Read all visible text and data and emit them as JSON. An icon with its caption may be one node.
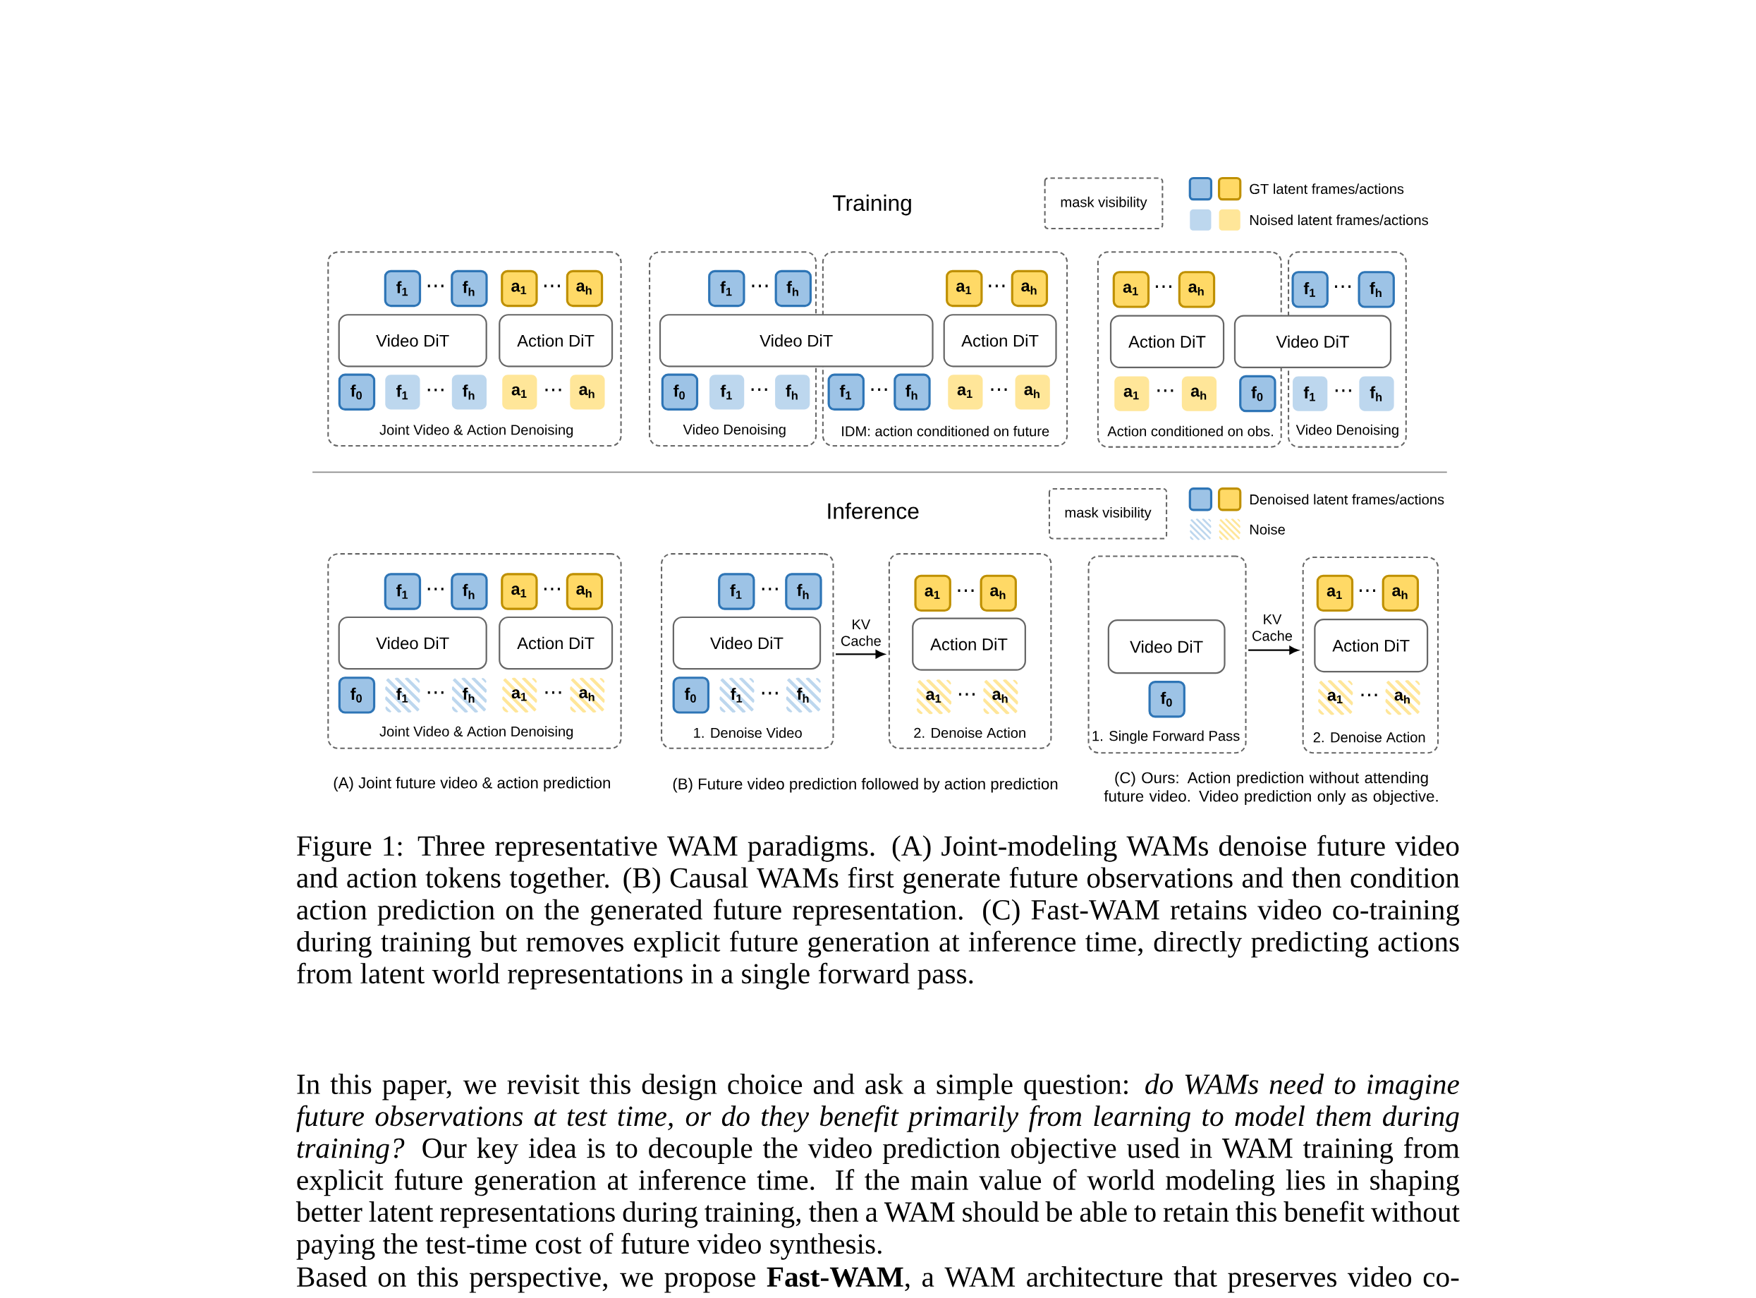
{
  "diagram": {
    "caption": "Figure 1: Three representative WAM paradigms. (A) Joint-modeling WAMs denoise future video and action tokens together. (B) Causal WAMs first generate future observations and then condition action prediction on the generated future representation. (C) Fast-WAM retains video co-training during training but removes explicit future generation at inference time, directly predicting actions from latent world representations in a single forward pass.",
    "nodes": [
      {
        "text": [
          "Joint Video & Action Denoising"
        ]
      },
      {
        "text": [
          "f$_{1}$"
        ],
        "in": 0
      },
      {
        "text": [
          "f$_{h}$"
        ],
        "in": 0
      },
      {
        "text": [
          "a$_{1}$"
        ],
        "in": 0
      },
      {
        "text": [
          "a$_{h}$"
        ],
        "in": 0
      },
      {
        "text": [
          "Video DiT"
        ],
        "in": 0
      },
      {
        "text": [
          "Action DiT"
        ],
        "in": 0
      },
      {
        "text": [
          "f$_{0}$"
        ],
        "in": 0
      },
      {
        "text": [
          "f$_{1}$"
        ],
        "in": 0
      },
      {
        "text": [
          "f$_{h}$"
        ],
        "in": 0
      },
      {
        "text": [
          "a$_{1}$"
        ],
        "in": 0
      },
      {
        "text": [
          "a$_{h}$"
        ],
        "in": 0
      },
      {
        "text": [
          "Video Denoising"
        ]
      },
      {
        "text": [
          "IDM: action conditioned on future"
        ]
      },
      {
        "text": [
          "f$_{1}$"
        ],
        "in": 12
      },
      {
        "text": [
          "f$_{h}$"
        ],
        "in": 12
      },
      {
        "text": [
          "a$_{1}$"
        ],
        "in": 13
      },
      {
        "text": [
          "a$_{h}$"
        ],
        "in": 13
      },
      {
        "text": [
          "Video DiT"
        ]
      },
      {
        "text": [
          "Action DiT"
        ],
        "in": 13
      },
      {
        "text": [
          "f$_{0}$"
        ],
        "in": 12
      },
      {
        "text": [
          "f$_{1}$"
        ],
        "in": 12
      },
      {
        "text": [
          "f$_{h}$"
        ],
        "in": 12
      },
      {
        "text": [
          "f$_{1}$"
        ],
        "in": 13
      },
      {
        "text": [
          "f$_{h}$"
        ],
        "in": 13
      },
      {
        "text": [
          "a$_{1}$"
        ],
        "in": 13
      },
      {
        "text": [
          "a$_{h}$"
        ],
        "in": 13
      },
      {
        "text": [
          "Action conditioned on obs."
        ]
      },
      {
        "text": [
          "Video Denoising"
        ]
      },
      {
        "text": [
          "a$_{1}$"
        ],
        "in": 27
      },
      {
        "text": [
          "a$_{h}$"
        ],
        "in": 27
      },
      {
        "text": [
          "f$_{1}$"
        ],
        "in": 28
      },
      {
        "text": [
          "f$_{h}$"
        ],
        "in": 28
      },
      {
        "text": [
          "Action DiT"
        ],
        "in": 27
      },
      {
        "text": [
          "Video DiT"
        ]
      },
      {
        "text": [
          "a$_{1}$"
        ],
        "in": 27
      },
      {
        "text": [
          "a$_{h}$"
        ],
        "in": 27
      },
      {
        "text": [
          "f$_{0}$"
        ],
        "in": 27
      },
      {
        "text": [
          "f$_{1}$"
        ],
        "in": 28
      },
      {
        "text": [
          "f$_{h}$"
        ],
        "in": 28
      },
      {
        "text": [
          "Joint Video & Action Denoising"
        ]
      },
      {
        "text": [
          "f$_{1}$"
        ],
        "in": 40
      },
      {
        "text": [
          "f$_{h}$"
        ],
        "in": 40
      },
      {
        "text": [
          "a$_{1}$"
        ],
        "in": 40
      },
      {
        "text": [
          "a$_{h}$"
        ],
        "in": 40
      },
      {
        "text": [
          "Video DiT"
        ],
        "in": 40
      },
      {
        "text": [
          "Action DiT"
        ],
        "in": 40
      },
      {
        "text": [
          "f$_{0}$"
        ],
        "in": 40
      },
      {
        "text": [
          "f$_{1}$"
        ],
        "in": 40
      },
      {
        "text": [
          "f$_{h}$"
        ],
        "in": 40
      },
      {
        "text": [
          "a$_{1}$"
        ],
        "in": 40
      },
      {
        "text": [
          "a$_{h}$"
        ],
        "in": 40
      },
      {
        "text": [
          "1. Denoise Video"
        ]
      },
      {
        "text": [
          "2. Denoise Action"
        ]
      },
      {
        "text": [
          "f$_{1}$"
        ],
        "in": 52
      },
      {
        "text": [
          "f$_{h}$"
        ],
        "in": 52
      },
      {
        "text": [
          "a$_{1}$"
        ],
        "in": 53
      },
      {
        "text": [
          "a$_{h}$"
        ],
        "in": 53
      },
      {
        "text": [
          "Video DiT"
        ],
        "in": 52
      },
      {
        "text": [
          "Action DiT"
        ],
        "in": 53
      },
      {
        "text": [
          "f$_{0}$"
        ],
        "in": 52
      },
      {
        "text": [
          "f$_{1}$"
        ],
        "in": 52
      },
      {
        "text": [
          "f$_{h}$"
        ],
        "in": 52
      },
      {
        "text": [
          "a$_{1}$"
        ],
        "in": 53
      },
      {
        "text": [
          "a$_{h}$"
        ],
        "in": 53
      },
      {
        "text": [
          "1. Single Forward Pass"
        ]
      },
      {
        "text": [
          "2. Denoise Action"
        ]
      },
      {
        "text": [
          "a$_{1}$"
        ],
        "in": 66
      },
      {
        "text": [
          "a$_{h}$"
        ],
        "in": 66
      },
      {
        "text": [
          "Video DiT"
        ],
        "in": 65
      },
      {
        "text": [
          "Action DiT"
        ],
        "in": 66
      },
      {
        "text": [
          "f$_{0}$"
        ],
        "in": 65
      },
      {
        "text": [
          "a$_{1}$"
        ],
        "in": 66
      },
      {
        "text": [
          "a$_{h}$"
        ],
        "in": 66
      }
    ],
    "edges": [
      {
        "from": 52,
        "to": 53,
        "arrow": "to",
        "label": "KV Cache"
      },
      {
        "from": 65,
        "to": 66,
        "arrow": "to",
        "label": "KV Cache"
      }
    ],
    "labels": [
      "Training",
      "⋯",
      "⋯",
      "⋯",
      "⋯",
      "⋯",
      "⋯",
      "⋯",
      "⋯",
      "⋯",
      "⋯",
      "⋯",
      "⋯",
      "⋯",
      "Inference",
      "⋯",
      "⋯",
      "⋯",
      "⋯",
      "⋯",
      "⋯",
      "⋯",
      "⋯",
      "⋯",
      "⋯",
      "(A) Joint future video & action prediction",
      "(B) Future video prediction followed by action prediction",
      "(C) Ours: Action prediction without attending future video. Video prediction only as objective.",
      "In this paper, we revisit this design choice and ask a simple question: *do WAMs need to imagine future observations at test time, or do they benefit primarily from learning to model them during training?* Our key idea is to decouple the video prediction objective used in WAM training from explicit future generation at inference time. If the main value of world modeling lies in shaping better latent representations during training, then a WAM should be able to retain this benefit without paying the test-time cost of future video synthesis.",
      "Based on this perspective, we propose **Fast-WAM**, a WAM architecture that preserves video co-"
    ],
    "legend": [
      {
        "text": "mask visibility"
      },
      {
        "text": "GT latent frames/actions"
      },
      {
        "text": "Noised latent frames/actions"
      },
      {
        "text": "mask visibility"
      },
      {
        "text": "Denoised latent frames/actions"
      },
      {
        "text": "Noise"
      }
    ]
  }
}
